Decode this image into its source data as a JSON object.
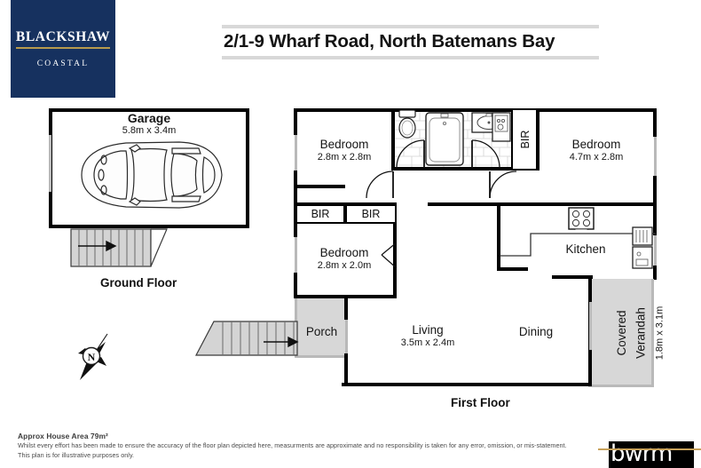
{
  "brand": {
    "name": "BLACKSHAW",
    "sub": "COASTAL",
    "bg_color": "#16315f",
    "rule_color": "#b79a4e"
  },
  "header": {
    "title": "2/1-9 Wharf Road, North Batemans Bay"
  },
  "plans": [
    {
      "caption": "Ground Floor",
      "rooms": [
        {
          "name": "Garage",
          "dim": "5.8m x 3.4m"
        }
      ]
    },
    {
      "caption": "First Floor",
      "rooms": [
        {
          "name": "Bedroom",
          "dim": "2.8m x 2.8m"
        },
        {
          "name": "Bedroom",
          "dim": "4.7m x 2.8m"
        },
        {
          "name": "Bedroom",
          "dim": "2.8m x 2.0m"
        },
        {
          "name": "Kitchen",
          "dim": ""
        },
        {
          "name": "Living",
          "dim": "3.5m x 2.4m"
        },
        {
          "name": "Dining",
          "dim": ""
        },
        {
          "name": "Porch",
          "dim": ""
        },
        {
          "name": "Covered Verandah",
          "dim": "1.8m x 3.1m"
        }
      ]
    }
  ],
  "garage": {
    "name": "Garage",
    "dim": "5.8m x 3.4m"
  },
  "ground_caption": "Ground Floor",
  "first_caption": "First Floor",
  "bedroom1": {
    "name": "Bedroom",
    "dim": "2.8m x 2.8m"
  },
  "bedroom2": {
    "name": "Bedroom",
    "dim": "4.7m x 2.8m"
  },
  "bedroom3": {
    "name": "Bedroom",
    "dim": "2.8m x 2.0m"
  },
  "kitchen": {
    "name": "Kitchen"
  },
  "living": {
    "name": "Living",
    "dim": "3.5m x 2.4m"
  },
  "dining": {
    "name": "Dining"
  },
  "porch": {
    "name": "Porch"
  },
  "verandah": {
    "name_line1": "Covered",
    "name_line2": "Verandah",
    "dim": "1.8m x 3.1m"
  },
  "bir": {
    "label": "BIR"
  },
  "compass": {
    "label": "N"
  },
  "footer": {
    "area": "Approx House Area 79m²",
    "disclaimer_line1": "Whilst every effort has been made to ensure the accuracy of the floor plan depicted here, measurments are approximate and no responsibility is taken for any error, omission, or mis-statement.",
    "disclaimer_line2": "This plan is for illustrative purposes only.",
    "watermark": "bwrm"
  }
}
